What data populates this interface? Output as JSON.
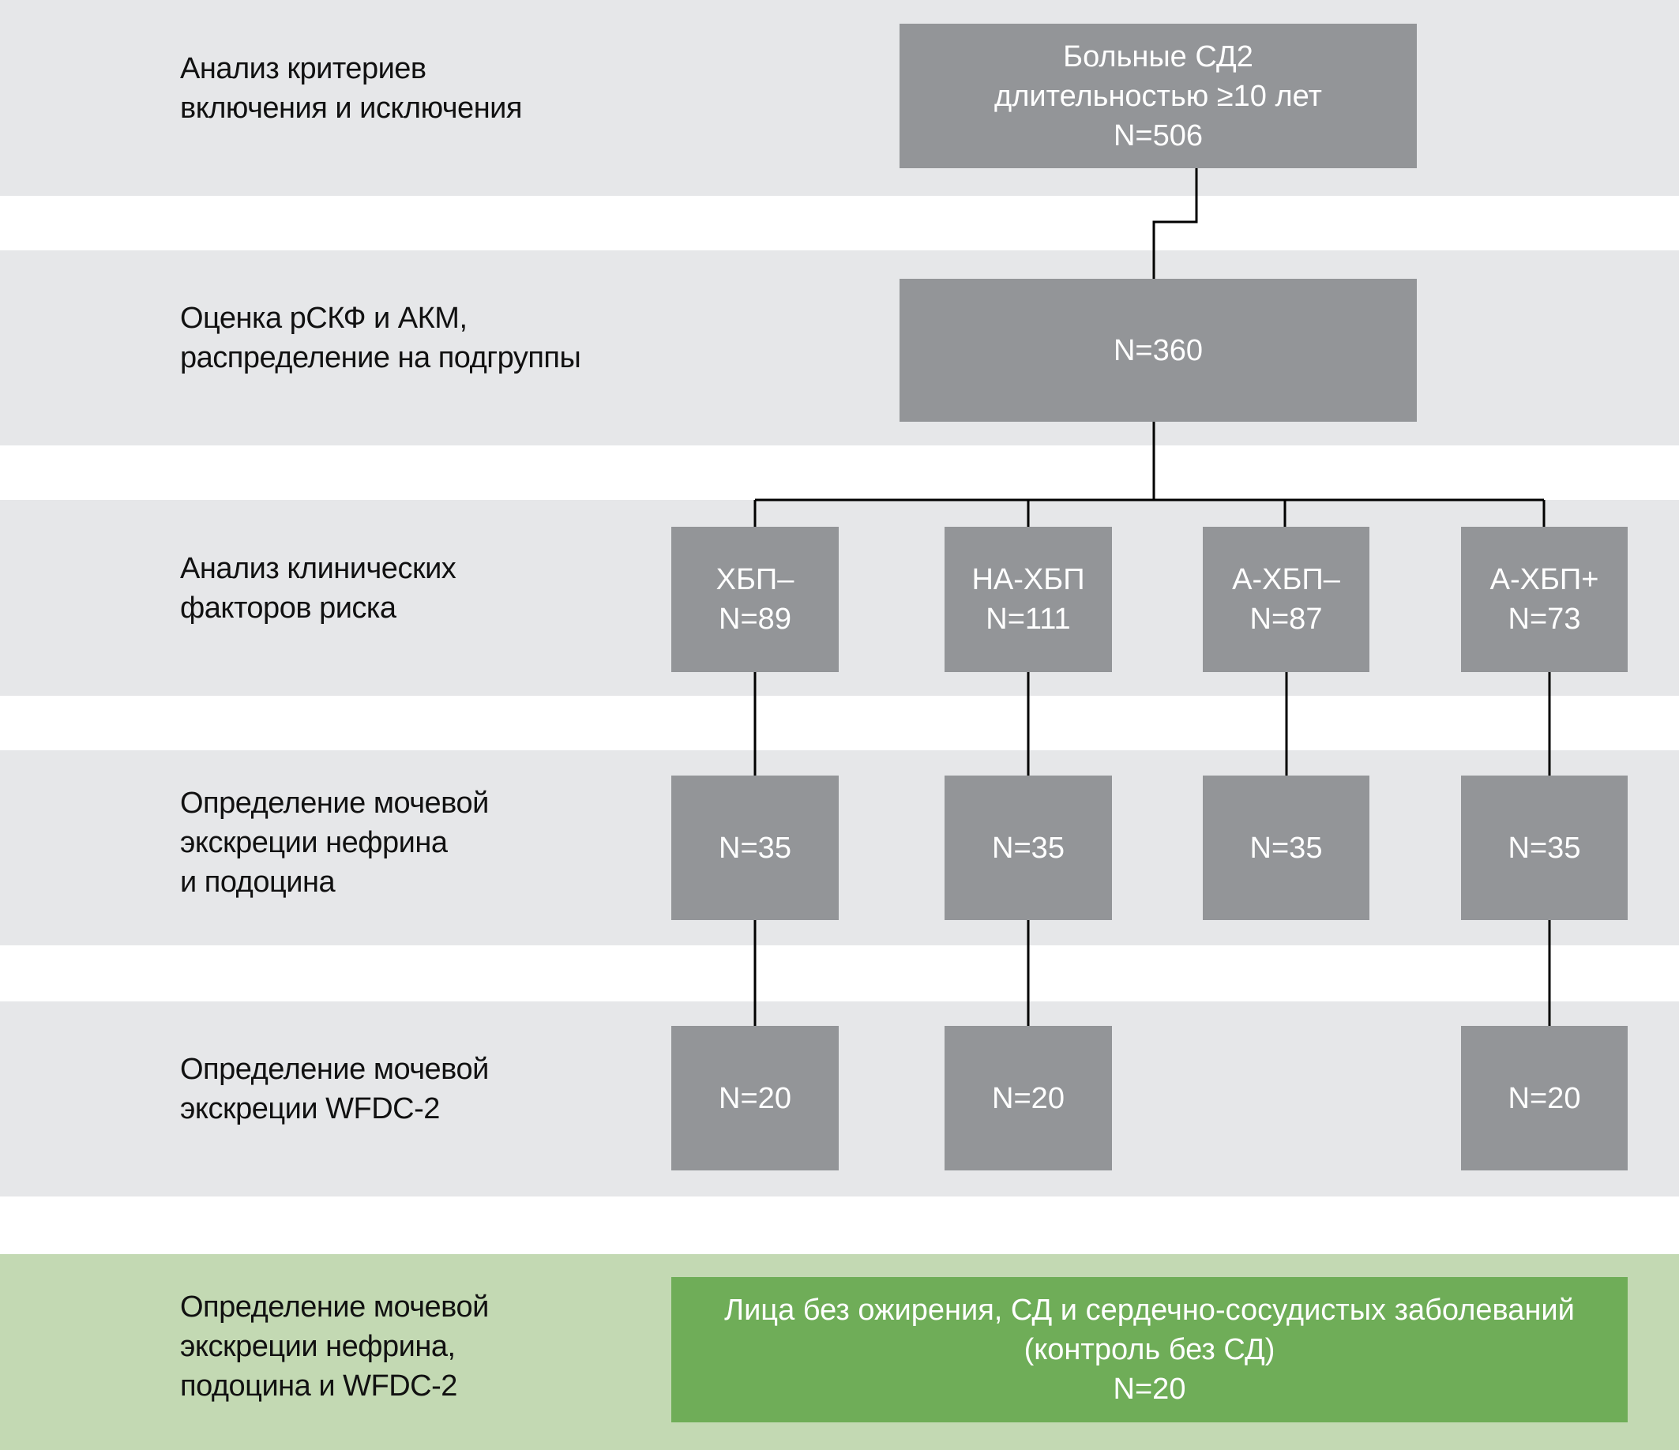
{
  "colors": {
    "band": "#e6e7e9",
    "box": "#939598",
    "control_band": "#c3d9b3",
    "control_box": "#6fad58",
    "connector": "#000000"
  },
  "stages": [
    {
      "label": "Анализ критериев\nвключения и исключения"
    },
    {
      "label": "Оценка рСКФ и АКМ,\nраспределение на подгруппы"
    },
    {
      "label": "Анализ клинических\nфакторов риска"
    },
    {
      "label": "Определение мочевой\nэкскреции нефрина\nи подоцина"
    },
    {
      "label": "Определение мочевой\nэкскреции WFDC-2"
    },
    {
      "label": "Определение мочевой\nэкскреции нефрина,\nподоцина и WFDC-2"
    }
  ],
  "nodes": {
    "start": {
      "line1": "Больные СД2",
      "line2": "длительностью ≥10 лет",
      "n": "N=506"
    },
    "assessed": {
      "n": "N=360"
    },
    "groups": [
      {
        "name": "ХБП–",
        "n": "N=89",
        "nephrin_podocin_n": "N=35",
        "wfdc2_n": "N=20"
      },
      {
        "name": "НА-ХБП",
        "n": "N=111",
        "nephrin_podocin_n": "N=35",
        "wfdc2_n": "N=20"
      },
      {
        "name": "А-ХБП–",
        "n": "N=87",
        "nephrin_podocin_n": "N=35",
        "wfdc2_n": null
      },
      {
        "name": "А-ХБП+",
        "n": "N=73",
        "nephrin_podocin_n": "N=35",
        "wfdc2_n": "N=20"
      }
    ],
    "control": {
      "line1": "Лица без ожирения, СД и сердечно-сосудистых заболеваний",
      "line2": "(контроль без СД)",
      "n": "N=20"
    }
  }
}
